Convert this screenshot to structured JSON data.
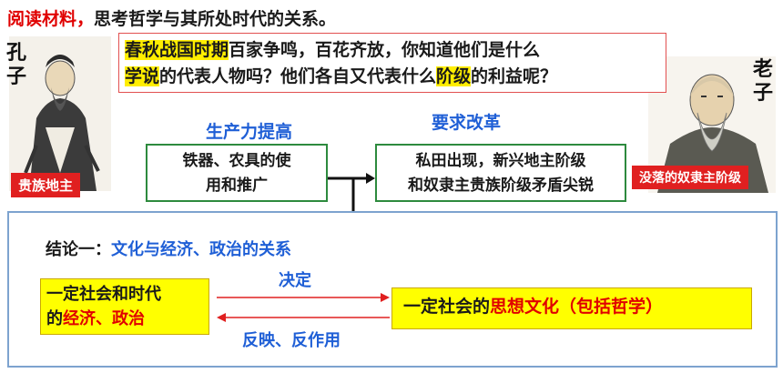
{
  "header": {
    "prefix": "阅读材料，",
    "text": "思考哲学与其所处时代的关系。"
  },
  "confucius": {
    "name_chars": [
      "孔",
      "子"
    ],
    "tag": "贵族地主"
  },
  "laozi": {
    "name_chars": [
      "老",
      "子"
    ],
    "tag": "没落的奴隶主阶级"
  },
  "question": {
    "line1_hl": "春秋战国时期",
    "line1_rest": "百家争鸣，百花齐放，你知道他们是什么",
    "line2_hl1": "学说",
    "line2_mid": "的代表人物吗？他们各自又代表什么",
    "line2_hl2": "阶级",
    "line2_end": "的利益呢？"
  },
  "flow": {
    "productivity_head": "生产力提高",
    "reform_head": "要求改革",
    "box1_line1": "铁器、农具的使",
    "box1_line2": "用和推广",
    "box2_line1": "私田出现，新兴地主阶级",
    "box2_line2": "和奴隶主贵族阶级矛盾尖锐"
  },
  "conclusion": {
    "label": "结论一：",
    "label_blue": "文化与经济、政治的关系",
    "left_line1": "一定社会和时代",
    "left_line2_prefix": "的",
    "left_line2_red": "经济、政治",
    "right_prefix": "一定社会的",
    "right_red": "思想文化（包括哲学）",
    "arrow_top_label": "决定",
    "arrow_bottom_label": "反映、反作用"
  },
  "colors": {
    "accent_red": "#e00000",
    "accent_blue": "#1f5fd6",
    "highlight_yellow": "#ffee00",
    "flow_green": "#2d8a3e"
  }
}
